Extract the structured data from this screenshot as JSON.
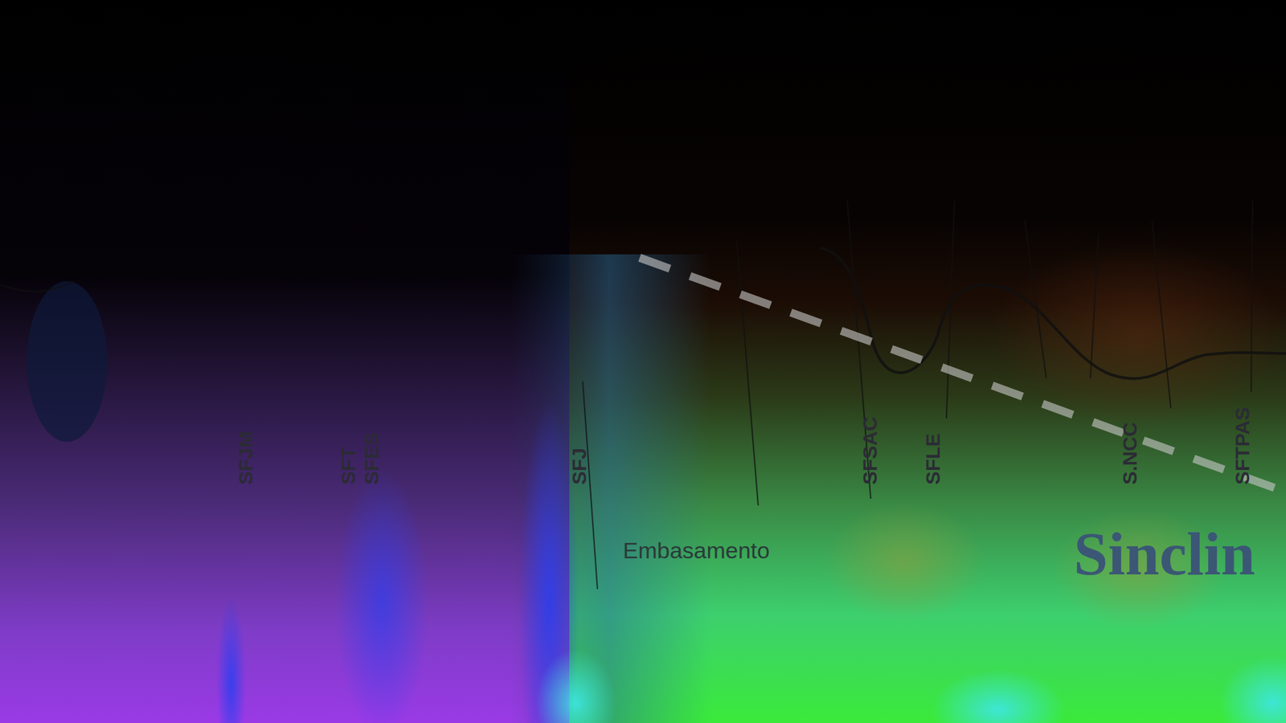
{
  "diagram": {
    "labels": [
      "SFJM",
      "SFT",
      "SFES",
      "SFJ",
      "Embasamento",
      "SFSAC",
      "SFLE",
      "S.NCC",
      "SFTPAS",
      "Sinclin"
    ]
  }
}
